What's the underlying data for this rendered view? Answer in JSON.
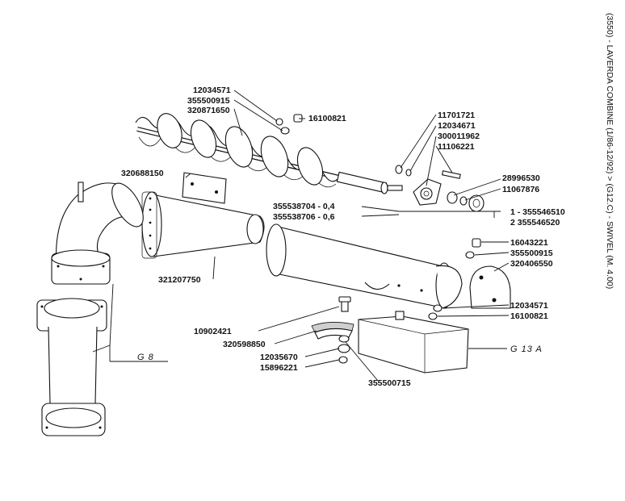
{
  "side_title": "(3550) - LAVERDA COMBINE (1/86-12/92) > (G12.C) - SWIVEL (M. 4.00)",
  "labels": {
    "p12034571_top": "12034571",
    "p355500915_top": "355500915",
    "p320871650": "320871650",
    "p16100821_top": "16100821",
    "p11701721": "11701721",
    "p12034671": "12034671",
    "p300011962": "300011962",
    "p11106221": "11106221",
    "p28996530": "28996530",
    "p11067876": "11067876",
    "p320688150": "320688150",
    "p355538704": "355538704 - 0,4",
    "p355538706": "355538706 - 0,6",
    "p355546510": "1 - 355546510",
    "p355546520": "2 355546520",
    "p16043221": "16043221",
    "p355500915_mid": "355500915",
    "p320406550": "320406550",
    "p321207750": "321207750",
    "p12034571_bot": "12034571",
    "p16100821_bot": "16100821",
    "p10902421": "10902421",
    "p320598850": "320598850",
    "p12035670": "12035670",
    "p15896221": "15896221",
    "p355500715": "355500715",
    "g8": "G 8",
    "g13a": "G 13 A"
  }
}
